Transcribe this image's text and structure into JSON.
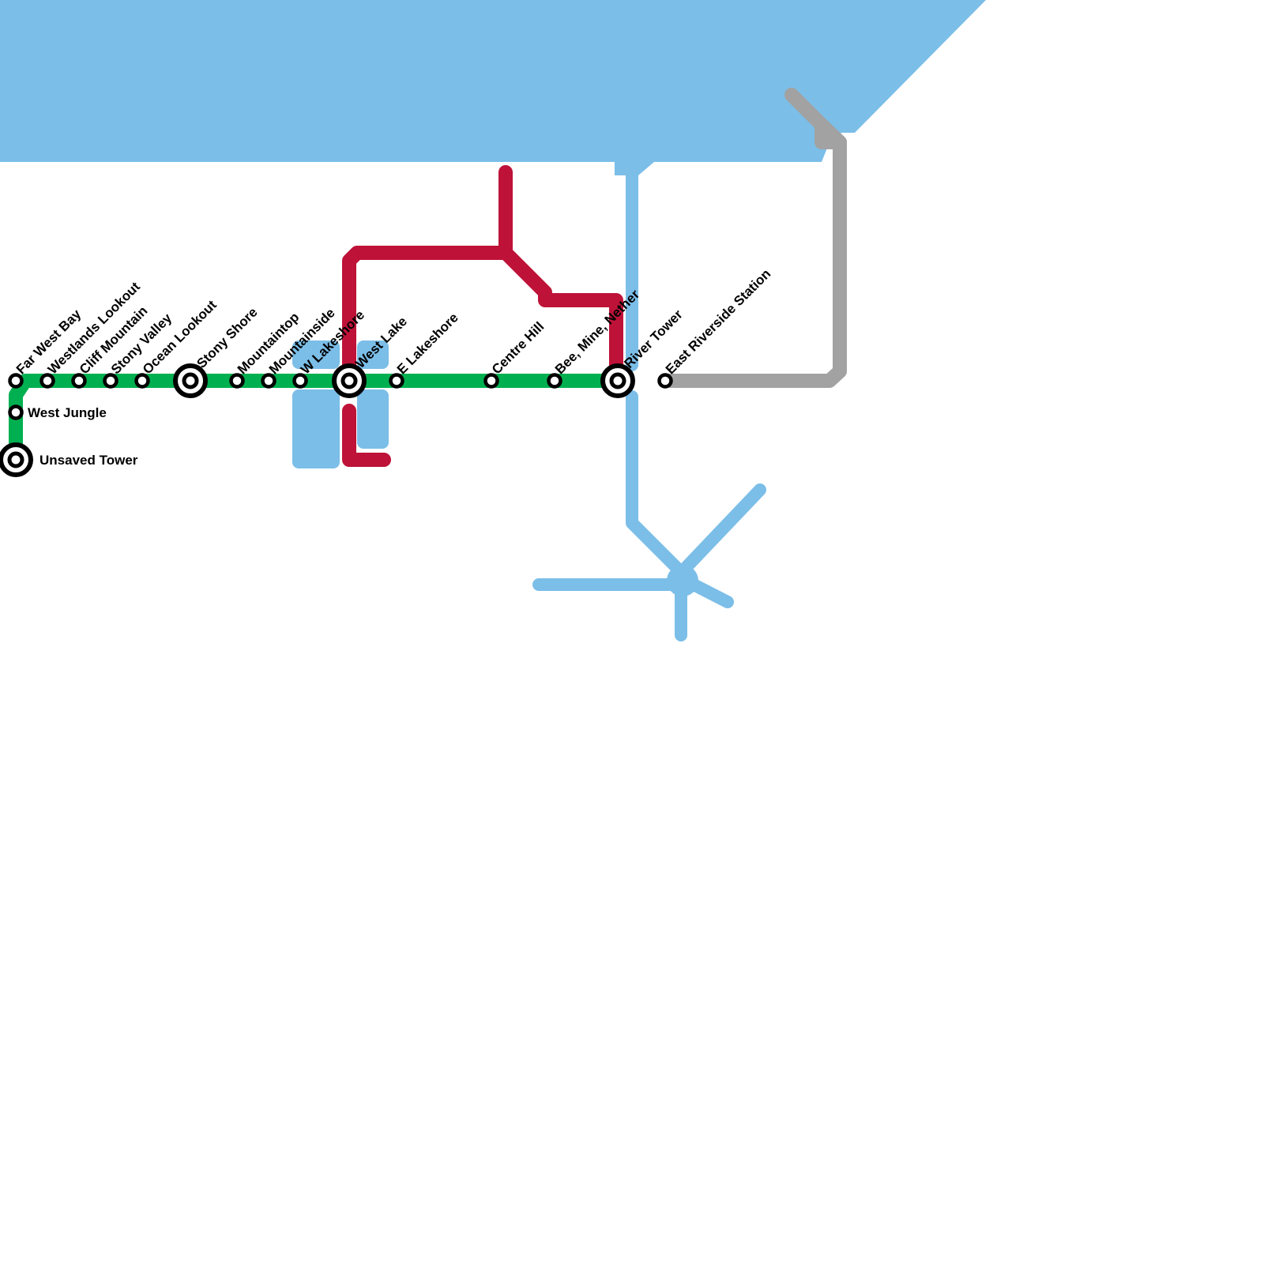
{
  "map": {
    "colors": {
      "water": "#7bbee8",
      "green_line": "#00b050",
      "red_line": "#be1238",
      "grey_line": "#a2a2a2",
      "blue_line": "#7bbee8",
      "station_stroke": "#000000",
      "station_fill": "#ffffff",
      "background": "#ffffff"
    },
    "lines": [
      {
        "id": "green",
        "name": "Green Line"
      },
      {
        "id": "red",
        "name": "Red Line"
      },
      {
        "id": "grey",
        "name": "Grey Line"
      },
      {
        "id": "blue",
        "name": "Blue Line"
      }
    ],
    "stations": [
      {
        "id": "far-west-bay",
        "name": "Far West Bay",
        "type": "station",
        "label_style": "diagonal"
      },
      {
        "id": "westlands-lookout",
        "name": "Westlands Lookout",
        "type": "station",
        "label_style": "diagonal"
      },
      {
        "id": "cliff-mountain",
        "name": "Cliff Mountain",
        "type": "station",
        "label_style": "diagonal"
      },
      {
        "id": "stony-valley",
        "name": "Stony Valley",
        "type": "station",
        "label_style": "diagonal"
      },
      {
        "id": "ocean-lookout",
        "name": "Ocean Lookout",
        "type": "station",
        "label_style": "diagonal"
      },
      {
        "id": "stony-shore",
        "name": "Stony Shore",
        "type": "interchange",
        "label_style": "diagonal"
      },
      {
        "id": "mountaintop",
        "name": "Mountaintop",
        "type": "station",
        "label_style": "diagonal"
      },
      {
        "id": "mountainside",
        "name": "Mountainside",
        "type": "station",
        "label_style": "diagonal"
      },
      {
        "id": "w-lakeshore",
        "name": "W Lakeshore",
        "type": "station",
        "label_style": "diagonal"
      },
      {
        "id": "west-lake",
        "name": "West Lake",
        "type": "interchange",
        "label_style": "diagonal"
      },
      {
        "id": "e-lakeshore",
        "name": "E Lakeshore",
        "type": "station",
        "label_style": "diagonal"
      },
      {
        "id": "centre-hill",
        "name": "Centre Hill",
        "type": "station",
        "label_style": "diagonal"
      },
      {
        "id": "bee-mine-nether",
        "name": "Bee, Mine, Nether",
        "type": "station",
        "label_style": "diagonal"
      },
      {
        "id": "river-tower",
        "name": "River Tower",
        "type": "interchange",
        "label_style": "diagonal"
      },
      {
        "id": "east-riverside-station",
        "name": "East Riverside Station",
        "type": "station",
        "label_style": "diagonal"
      },
      {
        "id": "west-jungle",
        "name": "West Jungle",
        "type": "station",
        "label_style": "horizontal"
      },
      {
        "id": "unsaved-tower",
        "name": "Unsaved Tower",
        "type": "interchange",
        "label_style": "horizontal"
      }
    ]
  }
}
